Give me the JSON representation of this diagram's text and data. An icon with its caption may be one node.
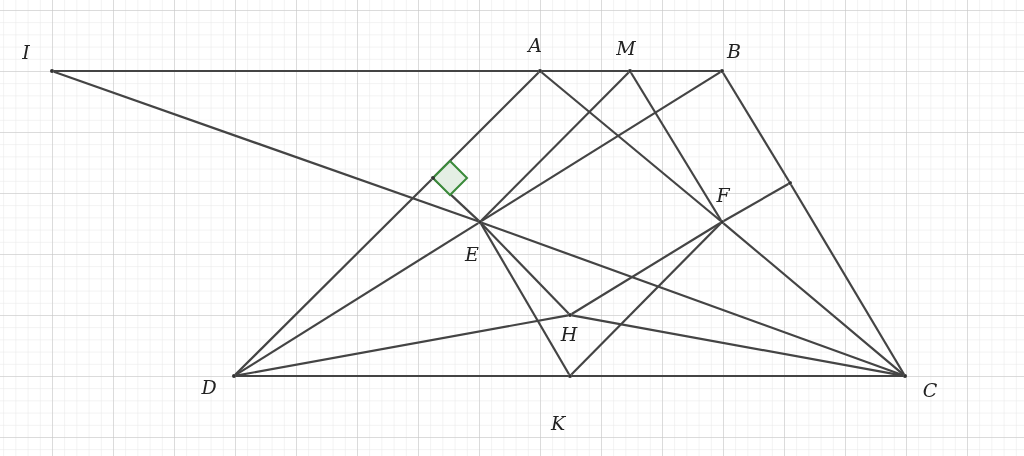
{
  "diagram": {
    "nodes": [
      {
        "text": [],
        "shape": "point",
        "beside": [
          "I"
        ]
      },
      {
        "text": [],
        "shape": "point",
        "beside": [
          "A"
        ]
      },
      {
        "text": [],
        "shape": "point",
        "beside": [
          "M"
        ]
      },
      {
        "text": [],
        "shape": "point",
        "beside": [
          "B"
        ]
      },
      {
        "text": [],
        "shape": "point"
      },
      {
        "text": [],
        "shape": "point"
      },
      {
        "text": [],
        "shape": "point",
        "beside": [
          "E"
        ]
      },
      {
        "text": [],
        "shape": "point",
        "beside": [
          "F"
        ]
      },
      {
        "text": [],
        "shape": "point",
        "beside": [
          "H"
        ]
      },
      {
        "text": [],
        "shape": "point",
        "beside": [
          "D"
        ]
      },
      {
        "text": [],
        "shape": "point",
        "beside": [
          "K"
        ]
      },
      {
        "text": [],
        "shape": "point",
        "beside": [
          "C"
        ]
      }
    ],
    "edges": [
      {
        "from": 0,
        "to": 1,
        "arrow": "none"
      },
      {
        "from": 1,
        "to": 2,
        "arrow": "none"
      },
      {
        "from": 2,
        "to": 3,
        "arrow": "none"
      },
      {
        "from": 9,
        "to": 10,
        "arrow": "none"
      },
      {
        "from": 10,
        "to": 11,
        "arrow": "none"
      },
      {
        "from": 0,
        "to": 6,
        "arrow": "none"
      },
      {
        "from": 6,
        "to": 11,
        "arrow": "none"
      },
      {
        "from": 1,
        "to": 4,
        "arrow": "none"
      },
      {
        "from": 4,
        "to": 9,
        "arrow": "none"
      },
      {
        "from": 3,
        "to": 5,
        "arrow": "none"
      },
      {
        "from": 5,
        "to": 11,
        "arrow": "none"
      },
      {
        "from": 9,
        "to": 6,
        "arrow": "none"
      },
      {
        "from": 6,
        "to": 3,
        "arrow": "none"
      },
      {
        "from": 1,
        "to": 7,
        "arrow": "none"
      },
      {
        "from": 7,
        "to": 11,
        "arrow": "none"
      },
      {
        "from": 8,
        "to": 7,
        "arrow": "none"
      },
      {
        "from": 7,
        "to": 5,
        "arrow": "none"
      },
      {
        "from": 2,
        "to": 6,
        "arrow": "none"
      },
      {
        "from": 6,
        "to": 4,
        "arrow": "none"
      },
      {
        "from": 2,
        "to": 7,
        "arrow": "none"
      },
      {
        "from": 6,
        "to": 10,
        "arrow": "none"
      },
      {
        "from": 6,
        "to": 8,
        "arrow": "none"
      },
      {
        "from": 10,
        "to": 7,
        "arrow": "none"
      },
      {
        "from": 9,
        "to": 8,
        "arrow": "none"
      },
      {
        "from": 8,
        "to": 11,
        "arrow": "none"
      }
    ]
  }
}
